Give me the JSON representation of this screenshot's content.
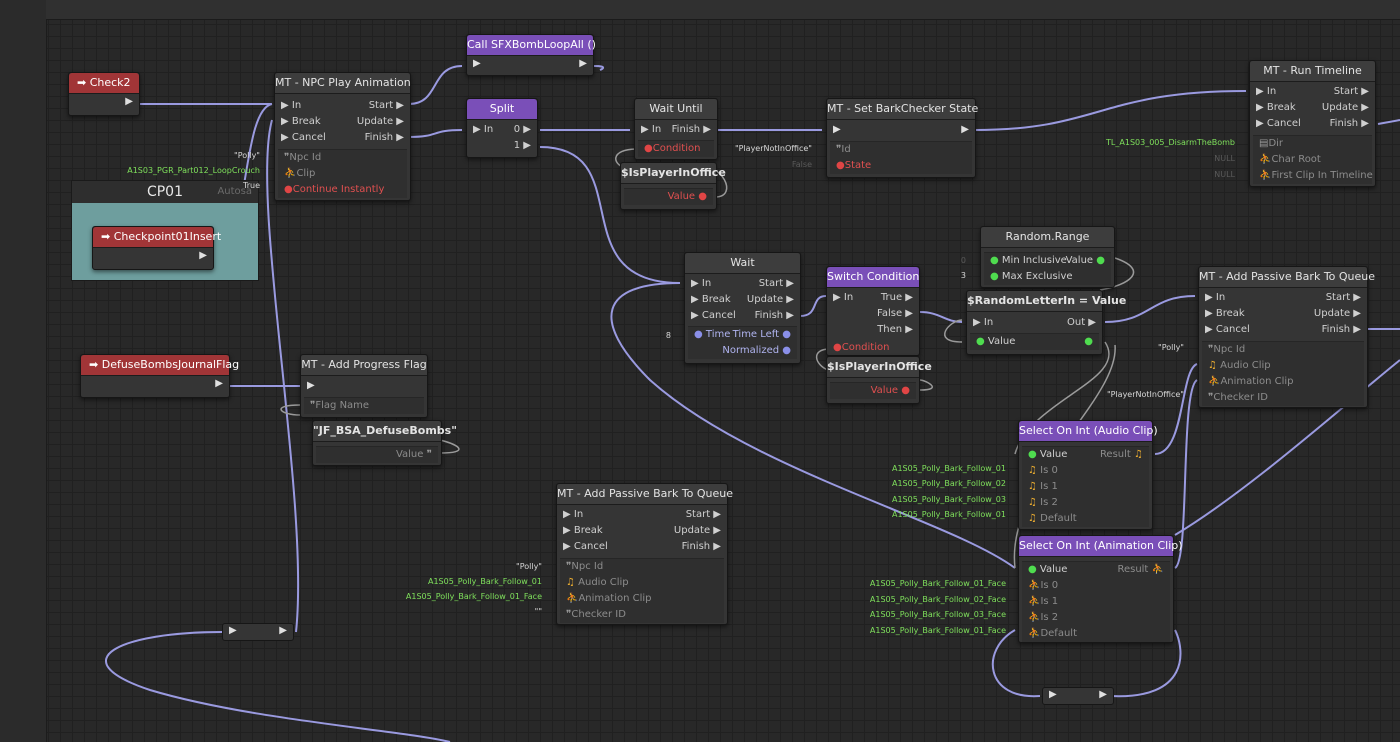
{
  "group": {
    "title": "CP01",
    "subtitle": "Autosa"
  },
  "nodes": {
    "check2": {
      "title": "Check2",
      "out": "▶"
    },
    "checkpoint": {
      "title": "Checkpoint01Insert",
      "out": "▶"
    },
    "defuse_flag": {
      "title": "DefuseBombsJournalFlag",
      "out": "▶"
    },
    "npc_anim": {
      "title": "MT - NPC Play Animation",
      "flows": [
        [
          "In",
          "Start"
        ],
        [
          "Break",
          "Update"
        ],
        [
          "Cancel",
          "Finish"
        ]
      ],
      "params": [
        "Npc Id",
        "Clip",
        "Continue Instantly"
      ],
      "ext": [
        "\"Polly\"",
        "A1S03_PGR_Part012_LoopCrouch",
        "True"
      ]
    },
    "call_sfx": {
      "title": "Call SFXBombLoopAll ()"
    },
    "split": {
      "title": "Split",
      "in": "In",
      "outs": [
        "0",
        "1"
      ]
    },
    "wait_until": {
      "title": "Wait Until",
      "in": "In",
      "out": "Finish",
      "param": "Condition"
    },
    "is_player_1": {
      "title": "$IsPlayerInOffice",
      "out": "Value"
    },
    "set_bark": {
      "title": "MT - Set BarkChecker State",
      "params": [
        "Id",
        "State"
      ],
      "ext": [
        "\"PlayerNotInOffice\"",
        "False"
      ]
    },
    "run_timeline": {
      "title": "MT - Run Timeline",
      "flows": [
        [
          "In",
          "Start"
        ],
        [
          "Break",
          "Update"
        ],
        [
          "Cancel",
          "Finish"
        ]
      ],
      "params": [
        "Dir",
        "Char Root",
        "First Clip In Timeline"
      ],
      "ext": [
        "TL_A1S03_005_DisarmTheBomb",
        "NULL",
        "NULL"
      ]
    },
    "random_range": {
      "title": "Random.Range",
      "params": [
        "Min Inclusive",
        "Max Exclusive"
      ],
      "out": "Value",
      "ext": [
        "0",
        "3"
      ]
    },
    "wait": {
      "title": "Wait",
      "flows": [
        [
          "In",
          "Start"
        ],
        [
          "Break",
          "Update"
        ],
        [
          "Cancel",
          "Finish"
        ]
      ],
      "param_in": "Time",
      "outs": [
        "Time Left",
        "Normalized"
      ],
      "ext": "8"
    },
    "switch_cond": {
      "title": "Switch Condition",
      "in": "In",
      "outs": [
        "True",
        "False",
        "Then"
      ],
      "param": "Condition"
    },
    "is_player_2": {
      "title": "$IsPlayerInOffice",
      "out": "Value"
    },
    "random_letter": {
      "title": "$RandomLetterIn = Value",
      "in": "In",
      "out": "Out",
      "param": "Value"
    },
    "passive_bark_1": {
      "title": "MT - Add Passive Bark To Queue",
      "flows": [
        [
          "In",
          "Start"
        ],
        [
          "Break",
          "Update"
        ],
        [
          "Cancel",
          "Finish"
        ]
      ],
      "params": [
        "Npc Id",
        "Audio Clip",
        "Animation Clip",
        "Checker ID"
      ],
      "ext": [
        "\"Polly\"",
        "\"PlayerNotInOffice\""
      ]
    },
    "progress_flag": {
      "title": "MT - Add Progress Flag",
      "params": [
        "Flag Name"
      ]
    },
    "jf_string": {
      "title": "\"JF_BSA_DefuseBombs\"",
      "out": "Value"
    },
    "passive_bark_2": {
      "title": "MT - Add Passive Bark To Queue",
      "flows": [
        [
          "In",
          "Start"
        ],
        [
          "Break",
          "Update"
        ],
        [
          "Cancel",
          "Finish"
        ]
      ],
      "params": [
        "Npc Id",
        "Audio Clip",
        "Animation Clip",
        "Checker ID"
      ],
      "ext": [
        "\"Polly\"",
        "A1S05_Polly_Bark_Follow_01",
        "A1S05_Polly_Bark_Follow_01_Face",
        "\"\""
      ]
    },
    "select_audio": {
      "title": "Select On Int (Audio Clip)",
      "in": "Value",
      "out": "Result",
      "params": [
        "Is 0",
        "Is 1",
        "Is 2",
        "Default"
      ],
      "ext": [
        "A1S05_Polly_Bark_Follow_01",
        "A1S05_Polly_Bark_Follow_02",
        "A1S05_Polly_Bark_Follow_03",
        "A1S05_Polly_Bark_Follow_01"
      ]
    },
    "select_anim": {
      "title": "Select On Int (Animation Clip)",
      "in": "Value",
      "out": "Result",
      "params": [
        "Is 0",
        "Is 1",
        "Is 2",
        "Default"
      ],
      "ext": [
        "A1S05_Polly_Bark_Follow_01_Face",
        "A1S05_Polly_Bark_Follow_02_Face",
        "A1S05_Polly_Bark_Follow_03_Face",
        "A1S05_Polly_Bark_Follow_01_Face"
      ]
    }
  },
  "colors": {
    "background": "#282828",
    "node": "#353535",
    "header_red": "#a13537",
    "header_purple": "#7a4fb8",
    "wire": "#9a9ae0",
    "group_body": "#6e9e9e",
    "port_green": "#4fdc4f",
    "port_red": "#e04545",
    "value_green": "#7fe05c"
  }
}
